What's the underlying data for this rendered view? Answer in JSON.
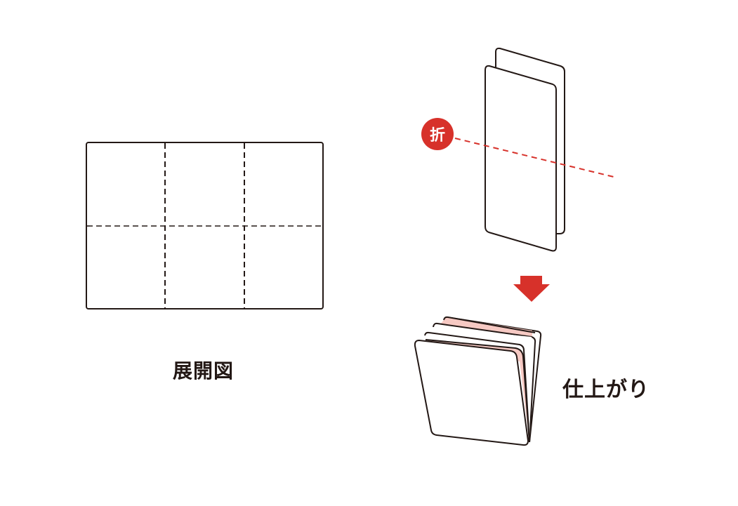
{
  "unfolded_diagram": {
    "label": "展開図",
    "panel_rows": 2,
    "panel_cols": 3
  },
  "fold_step": {
    "fold_badge_text": "折",
    "fold_line_style": "dashed"
  },
  "arrow": {
    "direction": "down"
  },
  "finished_diagram": {
    "label": "仕上がり"
  },
  "colors": {
    "outline": "#231815",
    "accent_red": "#d7312a",
    "inner_page_pink": "#f6c9c3",
    "background": "#ffffff"
  }
}
